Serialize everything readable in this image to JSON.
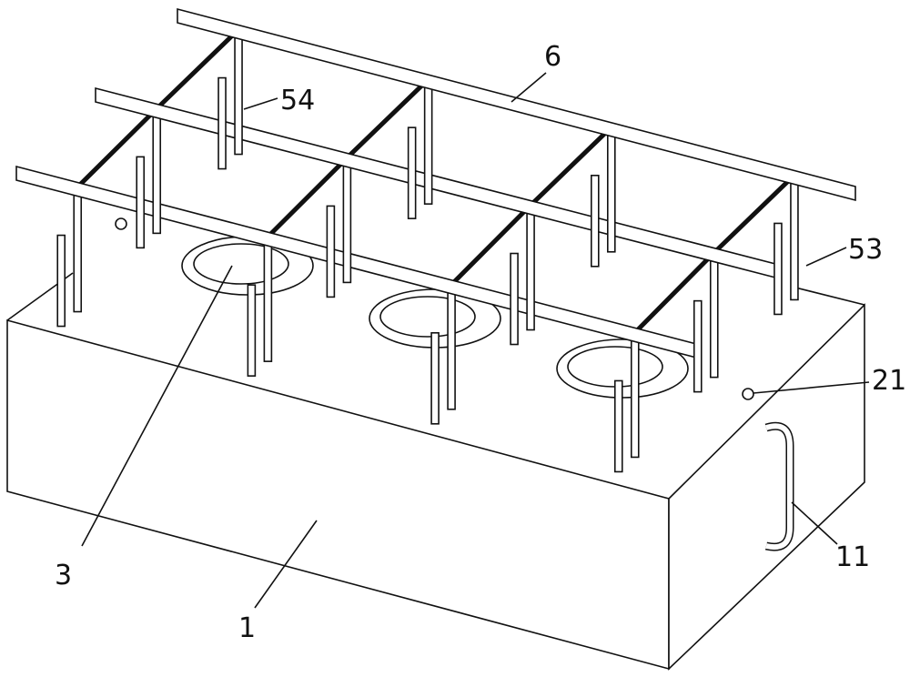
{
  "figure": {
    "labels": [
      {
        "id": "label-6",
        "text": "6"
      },
      {
        "id": "label-54",
        "text": "54"
      },
      {
        "id": "label-53",
        "text": "53"
      },
      {
        "id": "label-21",
        "text": "21"
      },
      {
        "id": "label-11",
        "text": "11"
      },
      {
        "id": "label-3",
        "text": "3"
      },
      {
        "id": "label-1",
        "text": "1"
      }
    ]
  }
}
